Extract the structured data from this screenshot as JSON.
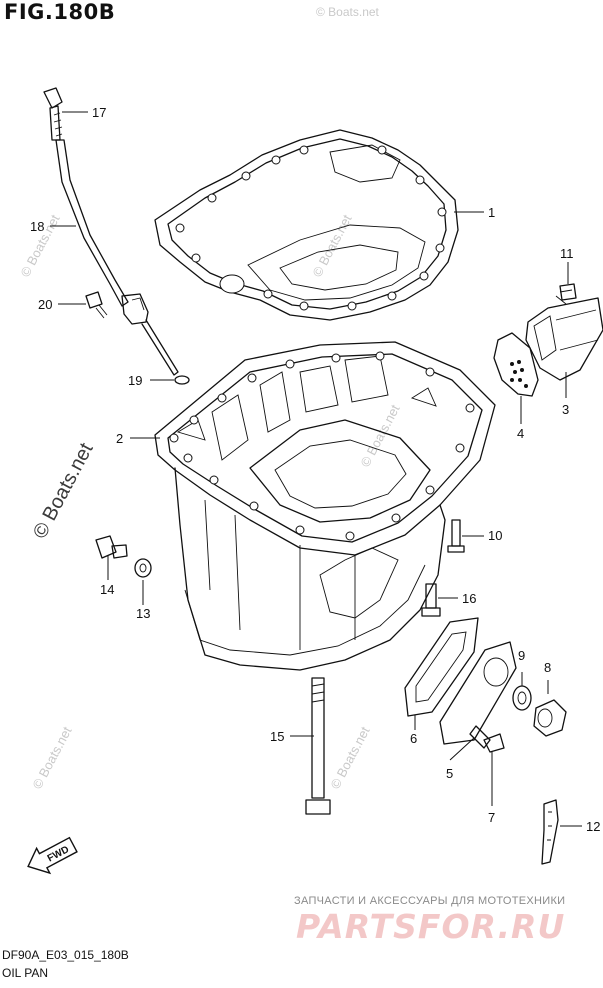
{
  "figure": {
    "title": "FIG.180B",
    "code": "DF90A_E03_015_180B",
    "name": "OIL PAN"
  },
  "watermark": {
    "site": "© Boats.net",
    "short": "© Boats.net"
  },
  "brand": {
    "tagline": "ЗАПЧАСТИ И АКСЕССУАРЫ ДЛЯ МОТОТЕХНИКИ",
    "name": "PARTSFOR.RU"
  },
  "fwd": {
    "label": "FWD"
  },
  "callouts": [
    "1",
    "2",
    "3",
    "4",
    "5",
    "6",
    "7",
    "8",
    "9",
    "10",
    "11",
    "12",
    "13",
    "14",
    "15",
    "16",
    "17",
    "18",
    "19",
    "20"
  ]
}
